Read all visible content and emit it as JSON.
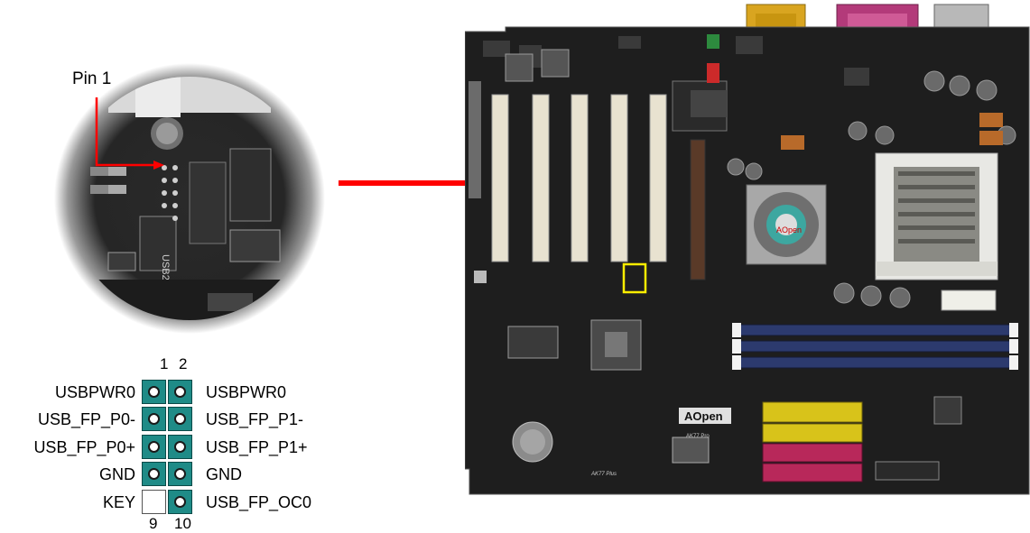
{
  "zoom": {
    "pin1_label": "Pin 1",
    "silk_text": "USB2"
  },
  "header": {
    "top_numbers": [
      "1",
      "2"
    ],
    "bottom_numbers": [
      "9",
      "10"
    ],
    "rows": [
      {
        "left": "USBPWR0",
        "right": "USBPWR0",
        "left_pin": true
      },
      {
        "left": "USB_FP_P0-",
        "right": "USB_FP_P1-",
        "left_pin": true
      },
      {
        "left": "USB_FP_P0+",
        "right": "USB_FP_P1+",
        "left_pin": true
      },
      {
        "left": "GND",
        "right": "GND",
        "left_pin": true
      },
      {
        "left": "KEY",
        "right": "USB_FP_OC0",
        "left_pin": false
      }
    ]
  },
  "board": {
    "brand": "AOpen",
    "model_1": "AK77 Pro",
    "model_2": "AK77 Plus",
    "fan_brand": "AOpen"
  },
  "colors": {
    "arrow": "#ff0000",
    "highlight_box": "#ffee00",
    "header_teal": "#1f8b87"
  }
}
